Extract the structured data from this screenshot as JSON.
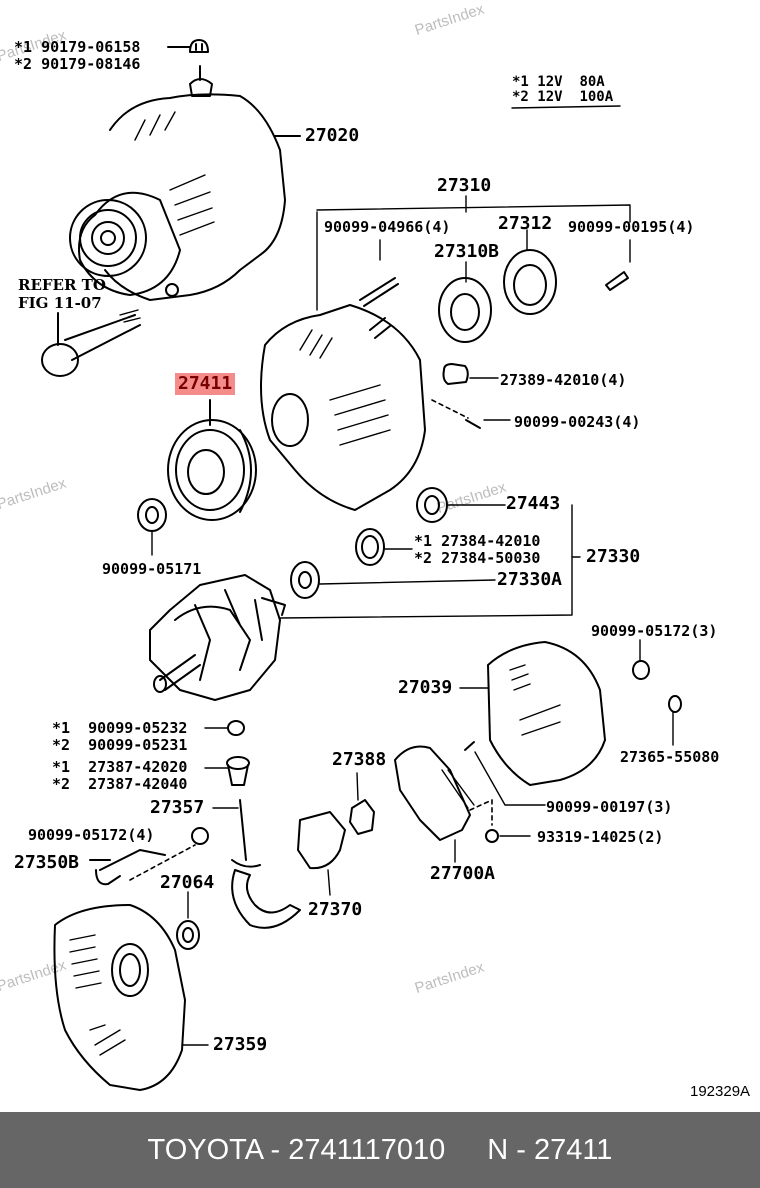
{
  "diagram": {
    "brand": "TOYOTA",
    "part_number": "2741117010",
    "ref_code": "N - 27411",
    "figure_id": "192329A",
    "highlighted_part": "27411",
    "highlight_color": "#f58c8c",
    "watermark": "PartsIndex",
    "variant_legend": [
      {
        "mark": "*1",
        "text": "12V  80A"
      },
      {
        "mark": "*2",
        "text": "12V  100A"
      }
    ],
    "refer_note": [
      "REFER TO",
      "FIG 11-07"
    ],
    "labels": {
      "nut_top_1": "*1 90179-06158",
      "nut_top_2": "*2 90179-08146",
      "alternator": "27020",
      "rectifier_end_frame": "27310",
      "screw_04966": "90099-04966(4)",
      "bearing_cover": "27312",
      "screw_00195": "90099-00195(4)",
      "bearing_27310b": "27310B",
      "insulator": "27389-42010(4)",
      "screw_00243": "90099-00243(4)",
      "pulley": "27411",
      "bearing_retainer": "27443",
      "spacer_1": "*1 27384-42010",
      "spacer_2": "*2 27384-50030",
      "rotor_assy": "27330",
      "bearing_27330a": "27330A",
      "pulley_nut": "90099-05171",
      "nut_05172_3": "90099-05172(3)",
      "rear_cover": "27039",
      "terminal_insulator": "27365-55080",
      "nut_05232": "*1  90099-05232",
      "nut_05231": "*2  90099-05231",
      "bushing_42020": "*1  27387-42020",
      "bushing_42040": "*2  27387-42040",
      "brush_holder_cover": "27388",
      "terminal_bolt": "27357",
      "screw_00197": "90099-00197(3)",
      "nut_05172_4": "90099-05172(4)",
      "plug": "93319-14025(2)",
      "lead_27350b": "27350B",
      "ring_27064": "27064",
      "regulator": "27700A",
      "brush_holder": "27370",
      "drive_end_frame": "27359"
    }
  },
  "footer": {
    "left": "TOYOTA - 2741117010",
    "right": "N - 27411"
  }
}
